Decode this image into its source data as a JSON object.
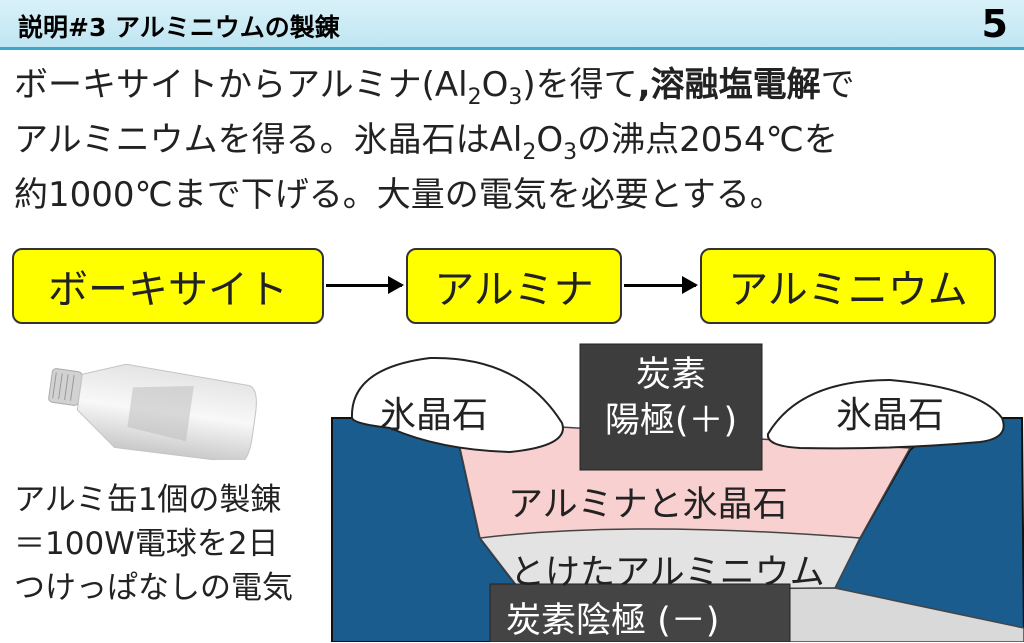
{
  "header": {
    "title": "説明#3 アルミニウムの製錬",
    "page_number": "5"
  },
  "intro": {
    "line1_a": "ボーキサイトからアルミナ(Al",
    "line1_sub1": "2",
    "line1_b": "O",
    "line1_sub2": "3",
    "line1_c": ")を得て",
    "line1_bold": ",溶融塩電解",
    "line1_d": "で",
    "line2_a": "アルミニウムを得る。氷晶石はAl",
    "line2_sub1": "2",
    "line2_b": "O",
    "line2_sub2": "3",
    "line2_c": "の沸点2054℃を",
    "line3": "約1000℃まで下げる。大量の電気を必要とする。"
  },
  "flow": {
    "step1": "ボーキサイト",
    "step2": "アルミナ",
    "step3": "アルミニウム"
  },
  "can_note": {
    "line1": "アルミ缶1個の製錬",
    "line2": "＝100W電球を2日",
    "line3": "つけっぱなしの電気"
  },
  "diagram": {
    "cryolite_left": "氷晶石",
    "cryolite_right": "氷晶石",
    "anode_line1": "炭素",
    "anode_line2": "陽極(＋)",
    "electrolyte": "アルミナと氷晶石",
    "molten_al": "とけたアルミニウム",
    "cathode": "炭素陰極 (－)"
  },
  "colors": {
    "header_bg": "#c8ebf5",
    "flow_box": "#ffff00",
    "cell_wall": "#1b5c8e",
    "electrolyte": "#f9d0d0",
    "anode": "#3d3d3d"
  }
}
